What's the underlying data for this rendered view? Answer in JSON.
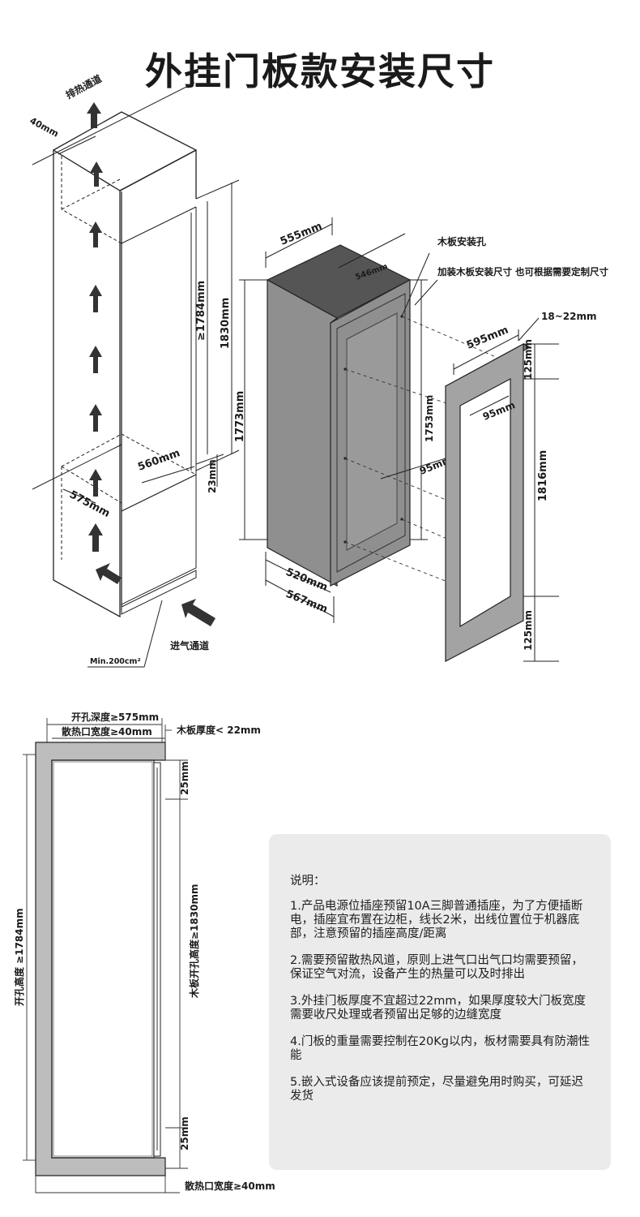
{
  "title": "外挂门板款安装尺寸",
  "cabinet_labels": {
    "exhaust_channel": "排热通道",
    "top_gap": "40mm",
    "min_height": "≥1784mm",
    "total_height": "1830mm",
    "width": "560mm",
    "base_height": "23mm",
    "depth": "575mm",
    "intake_channel": "进气通道",
    "min_area": "Min.200cm²"
  },
  "unit_labels": {
    "width": "555mm",
    "depth_top": "546mm",
    "height": "1773mm",
    "inner_height": "1753mm",
    "inner_width": "95mm",
    "bottom_depth": "520mm",
    "total_depth": "567mm",
    "mount_holes": "木板安装孔",
    "panel_note": "加装木板安装尺寸 也可根据需要定制尺寸"
  },
  "panel_labels": {
    "thickness": "18~22mm",
    "width": "595mm",
    "top_margin": "125mm",
    "side_margin": "95mm",
    "height": "1816mm",
    "bottom_margin": "125mm"
  },
  "section_labels": {
    "opening_depth": "开孔深度≥575mm",
    "vent_width_top": "散热口宽度≥40mm",
    "panel_thickness": "木板厚度< 22mm",
    "top_gap": "25mm",
    "opening_height": "开孔高度 ≥1784mm",
    "panel_opening_height": "木板开孔高度≥1830mm",
    "bottom_gap": "25mm",
    "vent_width_bottom": "散热口宽度≥40mm"
  },
  "notes": {
    "heading": "说明：",
    "items": [
      "1.产品电源位插座预留10A三脚普通插座，为了方便插断电，插座宜布置在边柜，线长2米，出线位置位于机器底部，注意预留的插座高度/距离",
      "2.需要预留散热风道，原则上进气口出气口均需要预留，保证空气对流，设备产生的热量可以及时排出",
      "3.外挂门板厚度不宜超过22mm，如果厚度较大门板宽度需要收尺处理或者预留出足够的边缝宽度",
      "4.门板的重量需要控制在20Kg以内，板材需要具有防潮性能",
      "5.嵌入式设备应该提前预定，尽量避免用时购买，可延迟发货"
    ]
  },
  "colors": {
    "unit_gray": "#8f8f8f",
    "panel_gray": "#a3a3a3",
    "wall_gray": "#bdbdbd",
    "box_bg": "#ebebeb"
  }
}
